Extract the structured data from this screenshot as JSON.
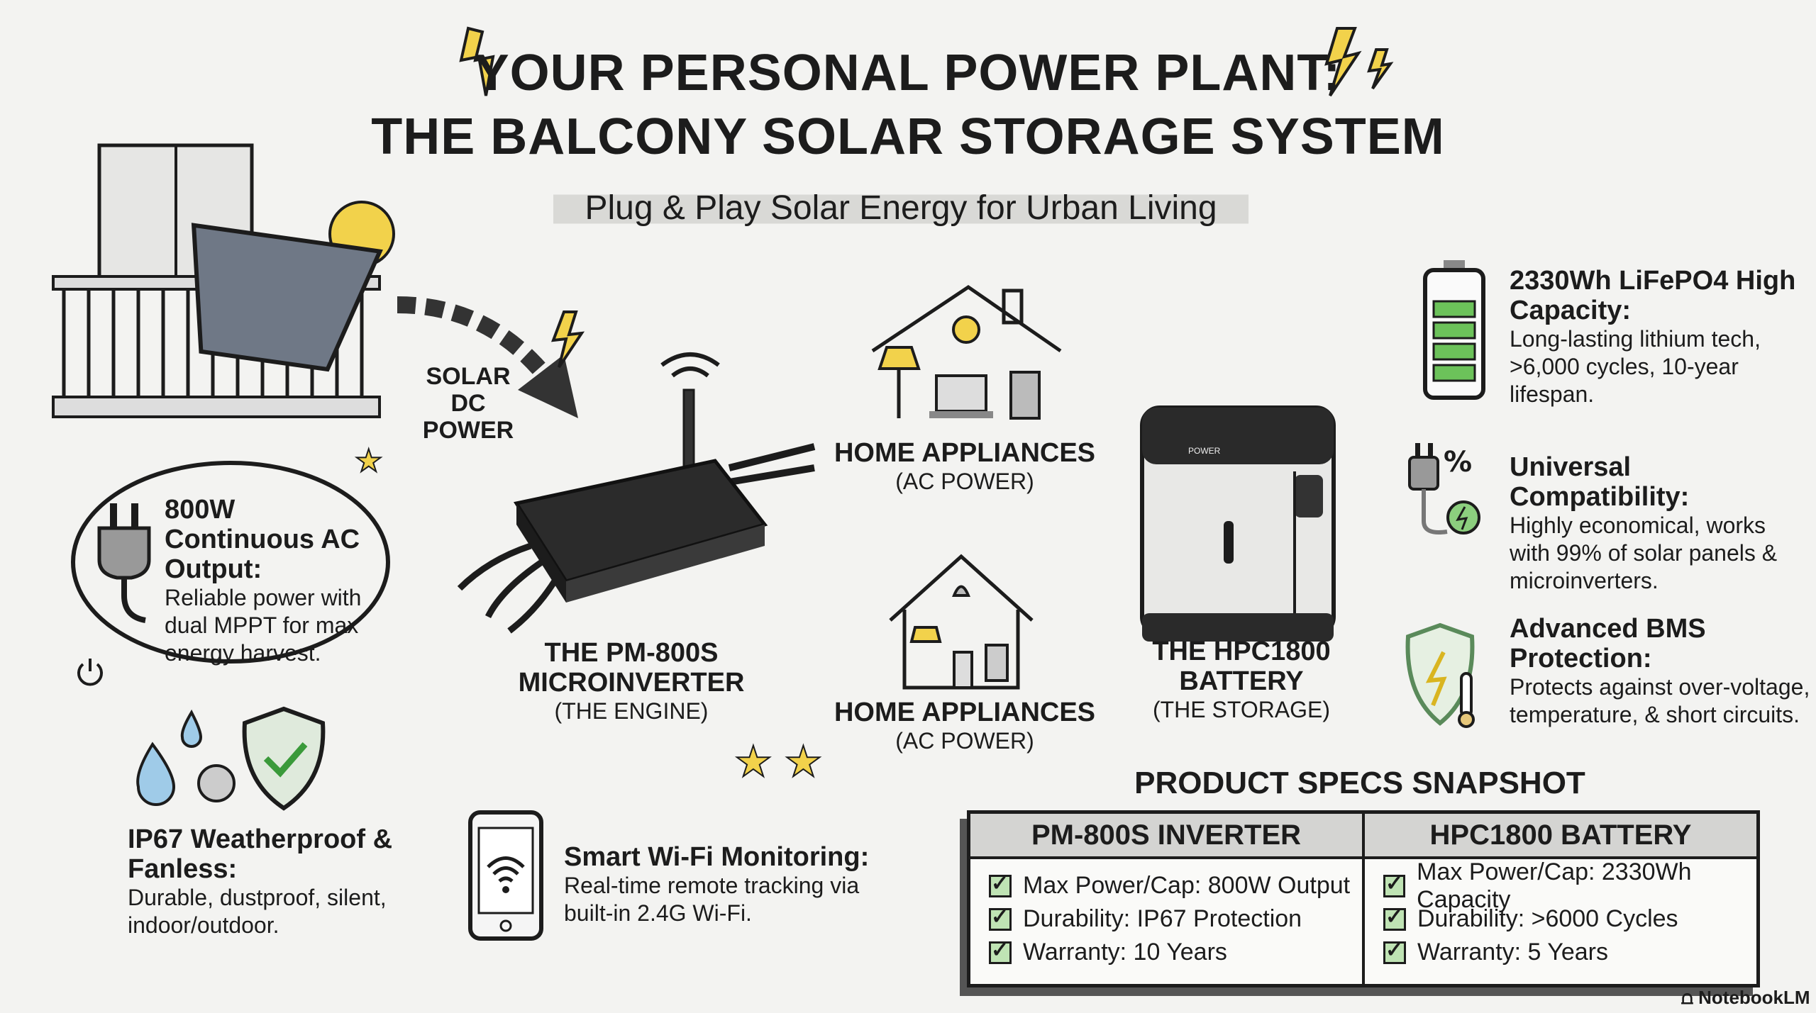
{
  "header": {
    "title_line1": "YOUR PERSONAL POWER PLANT:",
    "title_line2": "THE BALCONY SOLAR STORAGE SYSTEM",
    "subtitle": "Plug & Play Solar Energy for Urban Living"
  },
  "flow": {
    "solar_label": [
      "SOLAR",
      "DC POWER"
    ],
    "inverter": {
      "name": [
        "THE PM-800S",
        "MICROINVERTER"
      ],
      "role": "(THE ENGINE)"
    },
    "appliances_top": {
      "name": "HOME APPLIANCES",
      "sub": "(AC POWER)"
    },
    "appliances_bottom": {
      "name": "HOME APPLIANCES",
      "sub": "(AC POWER)"
    },
    "battery": {
      "name": [
        "THE HPC1800",
        "BATTERY"
      ],
      "role": "(THE STORAGE)",
      "panel_text": "POWER"
    }
  },
  "left_features": [
    {
      "title": "800W Continuous AC Output:",
      "body": "Reliable power with dual MPPT for max energy harvest."
    },
    {
      "title": "IP67 Weatherproof & Fanless:",
      "body": "Durable, dustproof, silent, indoor/outdoor."
    },
    {
      "title": "Smart Wi-Fi Monitoring:",
      "body": "Real-time remote tracking via built-in 2.4G Wi-Fi."
    }
  ],
  "right_features": [
    {
      "title": "2330Wh LiFePO4 High Capacity:",
      "body": "Long-lasting lithium tech, >6,000 cycles, 10-year lifespan."
    },
    {
      "title": "Universal Compatibility:",
      "body": "Highly economical, works with 99% of solar panels & microinverters."
    },
    {
      "title": "Advanced BMS Protection:",
      "body": "Protects against over-voltage, temperature, & short circuits."
    }
  ],
  "specs": {
    "title": "PRODUCT SPECS SNAPSHOT",
    "columns": [
      {
        "header": "PM-800S INVERTER",
        "rows": [
          "Max Power/Cap: 800W Output",
          "Durability: IP67 Protection",
          "Warranty: 10 Years"
        ]
      },
      {
        "header": "HPC1800 BATTERY",
        "rows": [
          "Max Power/Cap: 2330Wh Capacity",
          "Durability: >6000 Cycles",
          "Warranty: 5 Years"
        ]
      }
    ]
  },
  "brand": "NotebookLM",
  "colors": {
    "accent_yellow": "#f2d24b",
    "accent_green": "#6cc25a",
    "ink": "#1c1c1c"
  }
}
